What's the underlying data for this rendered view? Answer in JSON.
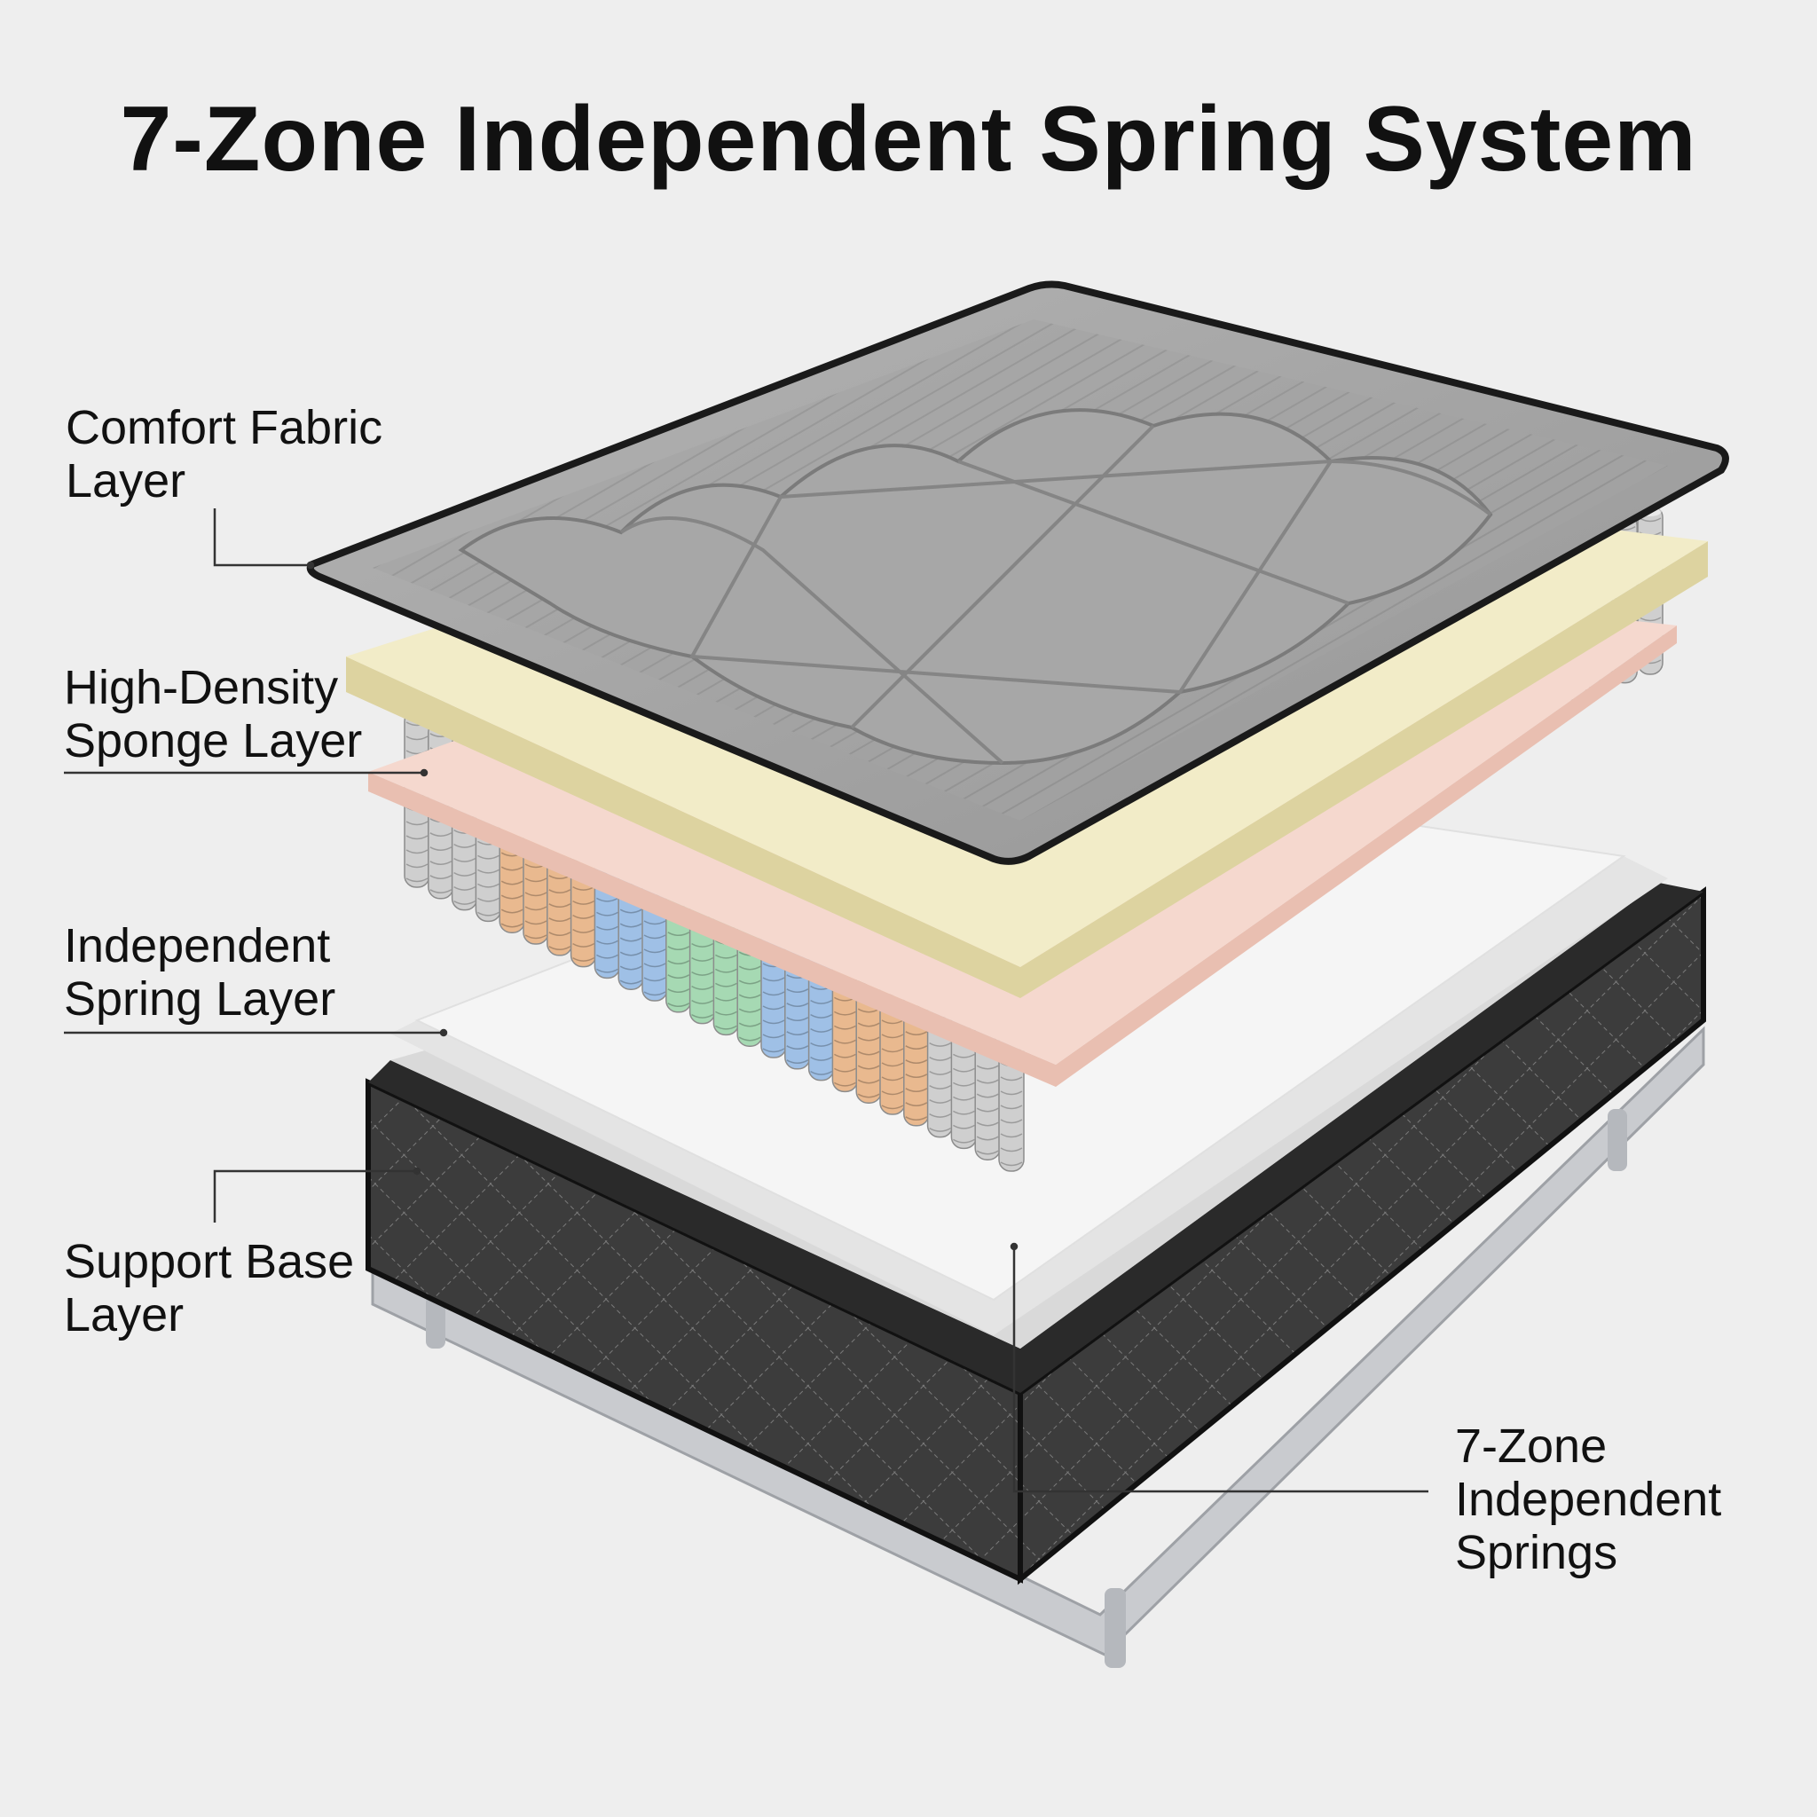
{
  "title": "7-Zone Independent Spring System",
  "labels": {
    "comfort": [
      "Comfort Fabric",
      "Layer"
    ],
    "sponge": [
      "High-Density",
      "Sponge Layer"
    ],
    "spring": [
      "Independent",
      "Spring Layer"
    ],
    "base": [
      "Support Base",
      "Layer"
    ],
    "zones": [
      "7-Zone",
      "Independent",
      "Springs"
    ]
  },
  "colors": {
    "fabric": "#9c9c9c",
    "sponge": "#f1ebc5",
    "pink_layer": "#f4d6cc",
    "white_layer": "#f3f3f3",
    "base": "#3b3b3b",
    "frame": "#c2c4c8",
    "coil_gray": "#cfcfcf",
    "coil_blue": "#9fc0e6",
    "coil_green": "#a6d9b3",
    "coil_orange": "#e9b98f",
    "coil_cyan": "#b5d6e6"
  }
}
